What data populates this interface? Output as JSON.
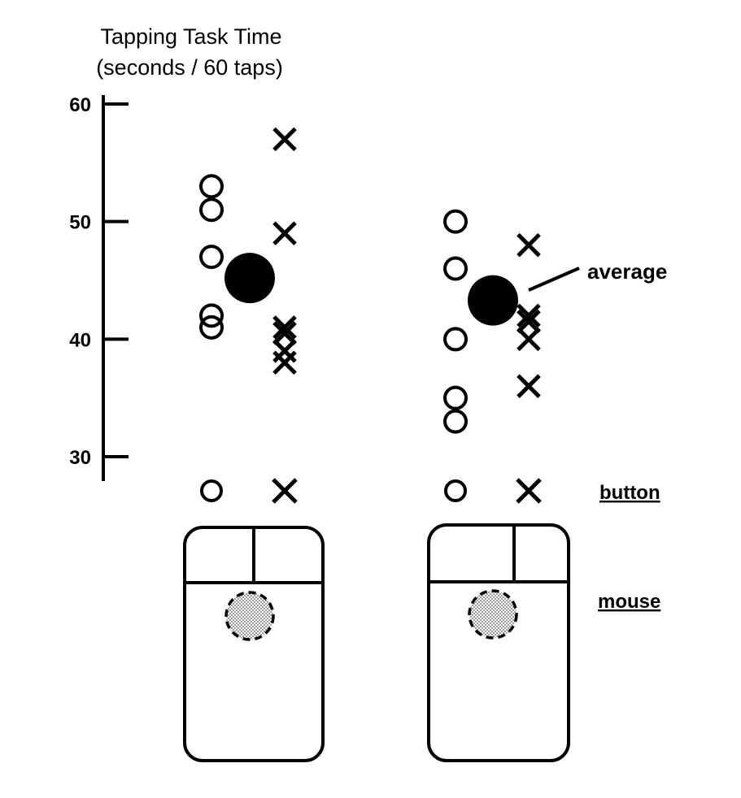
{
  "chart_data": {
    "type": "scatter",
    "title_line1": "Tapping Task Time",
    "title_line2": "(seconds / 60 taps)",
    "yticks": [
      60,
      50,
      40,
      30
    ],
    "ylim": [
      28,
      61
    ],
    "groups": [
      {
        "circles": [
          53,
          51,
          47,
          42,
          41
        ],
        "crosses": [
          57,
          49,
          41,
          40.5,
          39,
          38
        ],
        "average": 45.2
      },
      {
        "circles": [
          50,
          46,
          40,
          35,
          33
        ],
        "crosses": [
          48,
          42,
          41.5,
          40,
          36
        ],
        "average": 43.3
      }
    ],
    "annotation": "average",
    "key": {
      "button": "button",
      "mouse": "mouse"
    }
  },
  "colors": {
    "ink": "#000000",
    "stipple": "#9a9a9a"
  }
}
